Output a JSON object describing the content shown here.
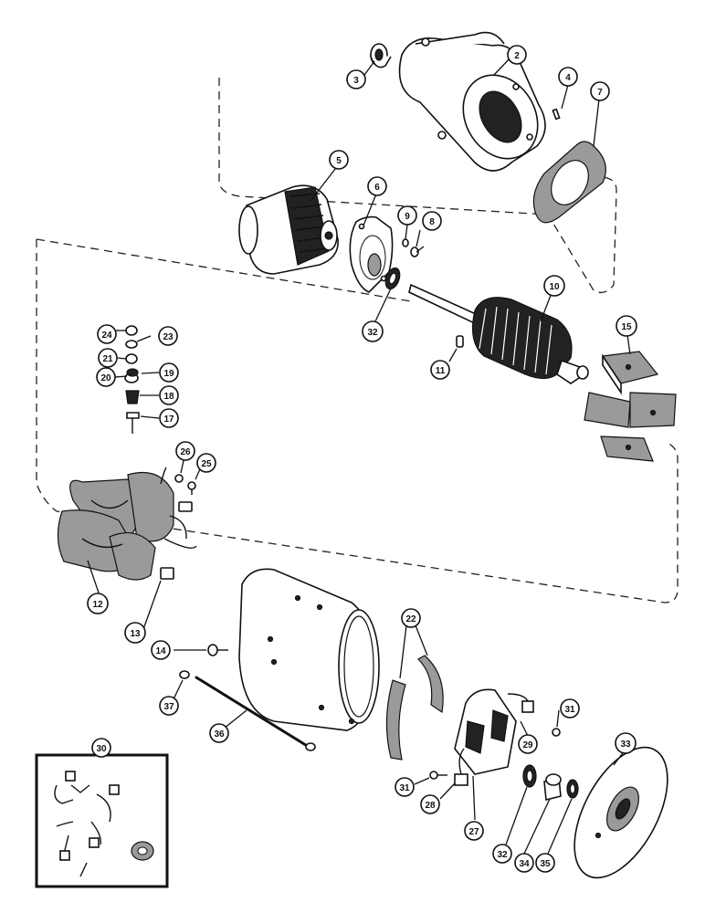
{
  "diagram": {
    "callouts": [
      {
        "id": "2",
        "label": "2"
      },
      {
        "id": "3",
        "label": "3"
      },
      {
        "id": "4",
        "label": "4"
      },
      {
        "id": "7",
        "label": "7"
      },
      {
        "id": "5",
        "label": "5"
      },
      {
        "id": "6",
        "label": "6"
      },
      {
        "id": "9",
        "label": "9"
      },
      {
        "id": "8",
        "label": "8"
      },
      {
        "id": "10",
        "label": "10"
      },
      {
        "id": "32a",
        "label": "32"
      },
      {
        "id": "24",
        "label": "24"
      },
      {
        "id": "23",
        "label": "23"
      },
      {
        "id": "21",
        "label": "21"
      },
      {
        "id": "20",
        "label": "20"
      },
      {
        "id": "19",
        "label": "19"
      },
      {
        "id": "18",
        "label": "18"
      },
      {
        "id": "17",
        "label": "17"
      },
      {
        "id": "11",
        "label": "11"
      },
      {
        "id": "15",
        "label": "15"
      },
      {
        "id": "26",
        "label": "26"
      },
      {
        "id": "25",
        "label": "25"
      },
      {
        "id": "12",
        "label": "12"
      },
      {
        "id": "13",
        "label": "13"
      },
      {
        "id": "22",
        "label": "22"
      },
      {
        "id": "14",
        "label": "14"
      },
      {
        "id": "37",
        "label": "37"
      },
      {
        "id": "36",
        "label": "36"
      },
      {
        "id": "31a",
        "label": "31"
      },
      {
        "id": "29",
        "label": "29"
      },
      {
        "id": "33",
        "label": "33"
      },
      {
        "id": "30",
        "label": "30"
      },
      {
        "id": "31b",
        "label": "31"
      },
      {
        "id": "28",
        "label": "28"
      },
      {
        "id": "27",
        "label": "27"
      },
      {
        "id": "32b",
        "label": "32"
      },
      {
        "id": "34",
        "label": "34"
      },
      {
        "id": "35",
        "label": "35"
      }
    ]
  }
}
